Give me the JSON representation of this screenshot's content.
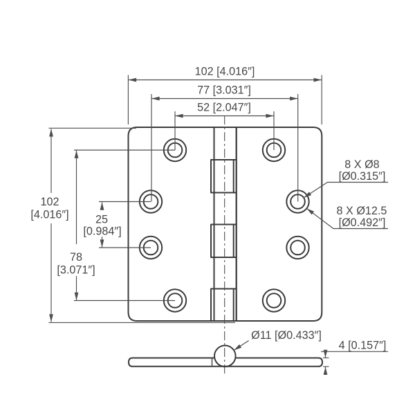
{
  "colors": {
    "part_line": "#3a3a3a",
    "dim_line": "#4e4e4e",
    "text": "#474747",
    "background": "#ffffff"
  },
  "labels": {
    "width_overall": "102 [4.016″]",
    "width_mid_hole_cols": "77 [3.031″]",
    "width_top_hole_cols": "52 [2.047″]",
    "height_overall_mm": "102",
    "height_overall_in": "[4.016″]",
    "hole_row_gap_mm": "25",
    "hole_row_gap_in": "[0.984″]",
    "hole_row_span_mm": "78",
    "hole_row_span_in": "[3.071″]",
    "screw_hole_callout": "8 X Ø8",
    "screw_hole_callout_in": "[Ø0.315″]",
    "countersink_callout": "8 X Ø12.5",
    "countersink_callout_in": "[Ø0.492″]",
    "knuckle_dia_callout": "Ø11 [Ø0.433″]",
    "leaf_thickness_callout": "4 [0.157″]"
  }
}
